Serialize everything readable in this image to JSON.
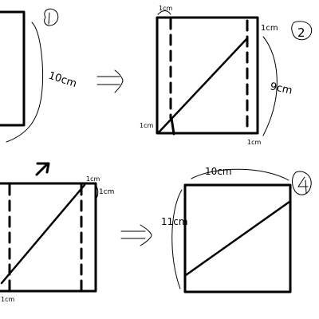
{
  "panels": {
    "p1": {
      "side_label": "10cm",
      "step_mark": ""
    },
    "p2": {
      "top_label": "1cm",
      "right_top_label": "1cm",
      "right_label": "9cm",
      "bottom_left_label": "1cm",
      "bottom_right_label": "1cm",
      "step_mark": "2"
    },
    "p3": {
      "arrow_mark": "",
      "top_label": "1cm",
      "right_label": "1cm",
      "bottom_left_label": "1cm"
    },
    "p4": {
      "top_label": "10cm",
      "left_label": "11cm",
      "step_mark": ""
    }
  },
  "arrows": {
    "implies_1": "=>",
    "implies_2": "=>"
  },
  "colors": {
    "ink": "#000000",
    "paper": "#ffffff"
  }
}
